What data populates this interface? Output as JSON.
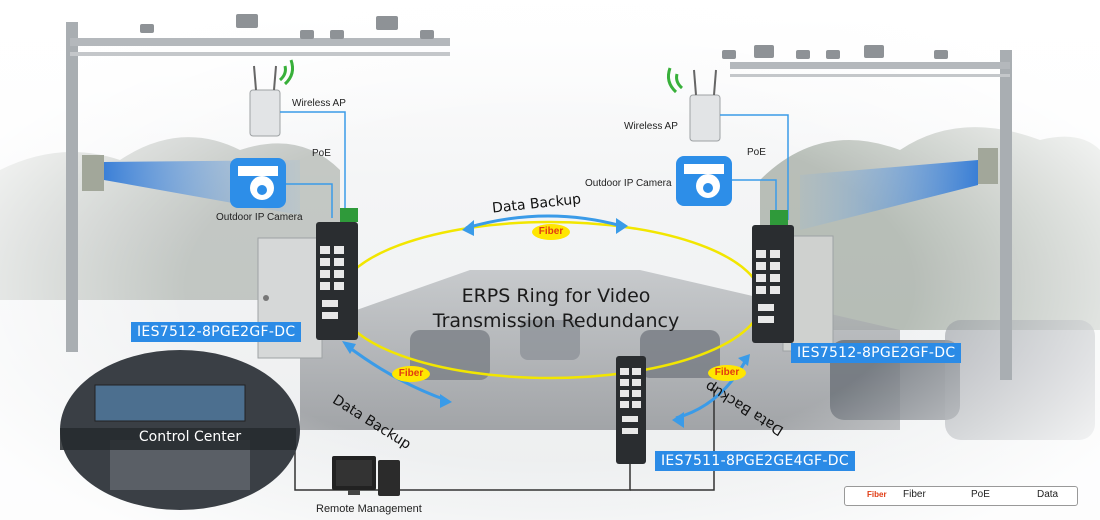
{
  "title_line1": "ERPS Ring for Video",
  "title_line2": "Transmission Redundancy",
  "left": {
    "wireless_ap": "Wireless AP",
    "poe": "PoE",
    "camera": "Outdoor IP Camera",
    "switch_model": "IES7512-8PGE2GF-DC"
  },
  "right": {
    "wireless_ap": "Wireless AP",
    "poe": "PoE",
    "camera": "Outdoor IP Camera",
    "switch_model": "IES7512-8PGE2GF-DC"
  },
  "bottom_switch_model": "IES7511-8PGE2GE4GF-DC",
  "data_backup_top": "Data Backup",
  "data_backup_left": "Data Backup",
  "data_backup_right": "Data Backup",
  "fiber_tag": "Fiber",
  "control_center": "Control Center",
  "remote_management": "Remote Management",
  "legend": {
    "fiber_tag": "Fiber",
    "fiber": "Fiber",
    "poe": "PoE",
    "data": "Data"
  },
  "colors": {
    "fiber": "#f2e600",
    "poe": "#3a9be8",
    "data": "#111111",
    "label_bg": "#2b8be6"
  }
}
